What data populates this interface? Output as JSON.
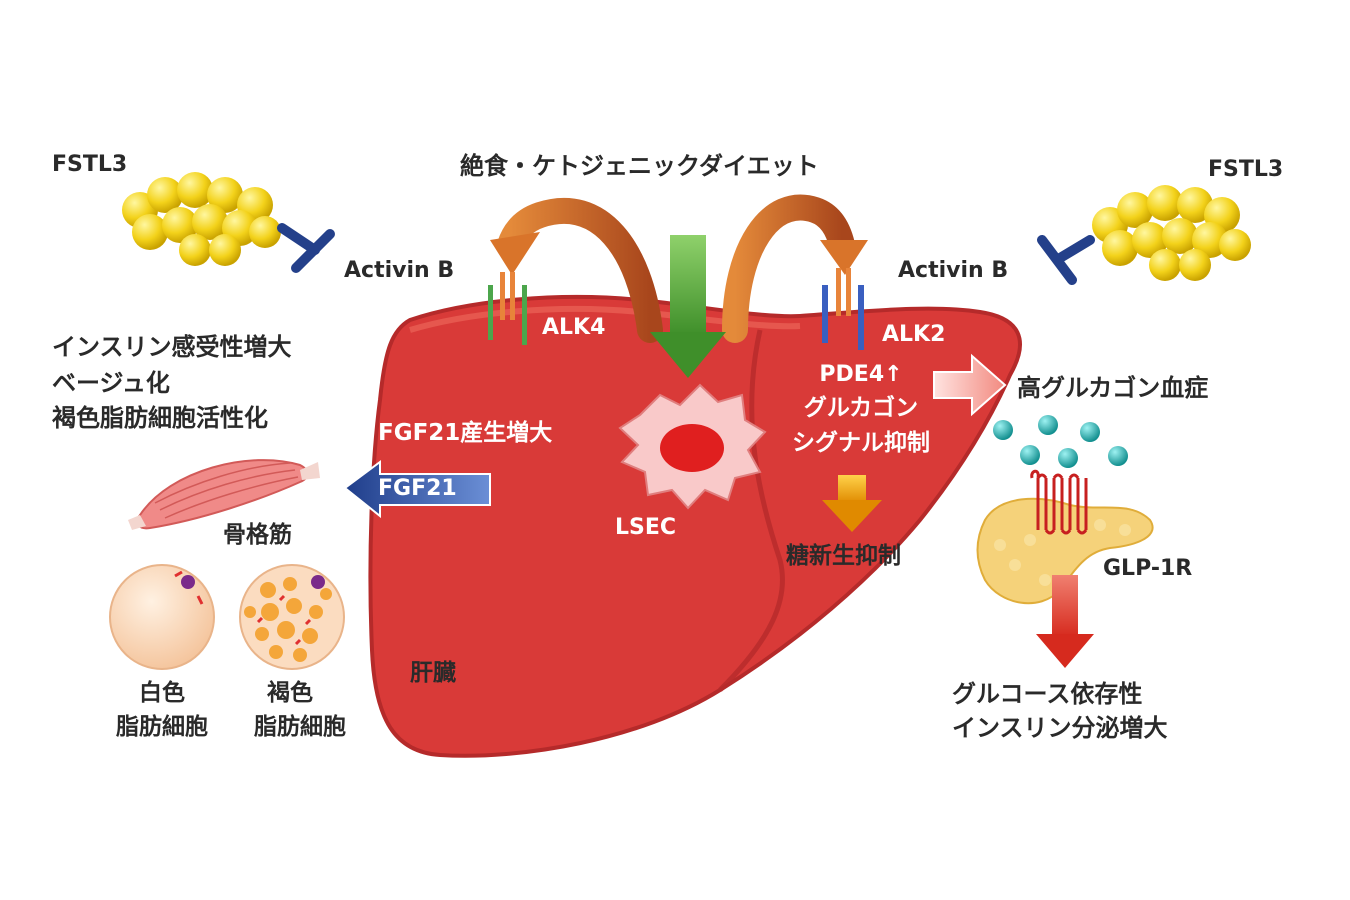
{
  "diet": "絶食・ケトジェニックダイエット",
  "fstl3_left": "FSTL3",
  "fstl3_right": "FSTL3",
  "activin_left": "Activin B",
  "activin_right": "Activin B",
  "alk4": "ALK4",
  "alk2": "ALK2",
  "lsec": "LSEC",
  "fgf21_production": "FGF21産生増大",
  "fgf21_arrow": "FGF21",
  "pde4": "PDE4↑",
  "glucagon_signal_1": "グルカゴン",
  "glucagon_signal_2": "シグナル抑制",
  "gluconeogenesis": "糖新生抑制",
  "hyperglucagonemia": "高グルカゴン血症",
  "glp1r": "GLP-1R",
  "insulin_line1": "グルコース依存性",
  "insulin_line2": "インスリン分泌増大",
  "left_effects": [
    "インスリン感受性増大",
    "ベージュ化",
    "褐色脂肪細胞活性化"
  ],
  "skeletal_muscle": "骨格筋",
  "white_fat_1": "白色",
  "white_fat_2": "脂肪細胞",
  "brown_fat_1": "褐色",
  "brown_fat_2": "脂肪細胞",
  "liver": "肝臓",
  "colors": {
    "liver": "#d93a38",
    "liver_dark": "#b52a2a",
    "alk4": "#4ca64c",
    "alk2": "#3a5fc0",
    "diet_arrow": "#d9742a",
    "down_arrow": "#5aa83a",
    "fgf21_arrow": "#2c4f9e",
    "fat": "#f3d21a",
    "inhibitor": "#24408a",
    "glucagon_dots": "#21b0b0",
    "glp1_arrow": "#e0392b"
  }
}
